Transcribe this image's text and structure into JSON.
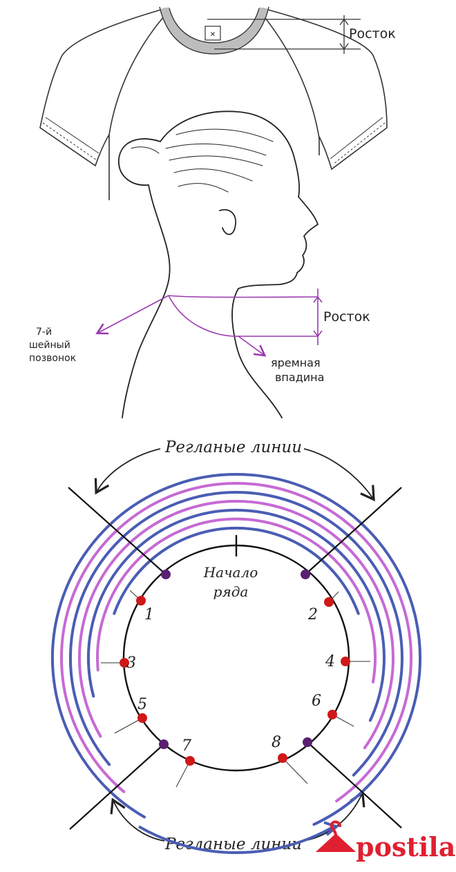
{
  "tshirt": {
    "label_height": "Росток"
  },
  "profile": {
    "label_height": "Росток",
    "label_vertebra": [
      "7-й",
      "шейный",
      "позвонок"
    ],
    "label_jugular": [
      "яремная",
      "впадина"
    ]
  },
  "circle": {
    "label_top": "Регланые линии",
    "label_bottom": "Регланые линии",
    "start_label": [
      "Начало",
      "ряда"
    ],
    "markers": [
      "1",
      "2",
      "3",
      "4",
      "5",
      "6",
      "7",
      "8"
    ]
  },
  "colors": {
    "purple_line": "#9a3bb0",
    "blue_line": "#4a5db4",
    "pink_line": "#c66ad4",
    "marker_red": "#d01818",
    "marker_purple": "#5a1f73",
    "watermark": "#e02030"
  },
  "watermark": {
    "text": "postila.ru",
    "icon": "hanger-icon"
  }
}
